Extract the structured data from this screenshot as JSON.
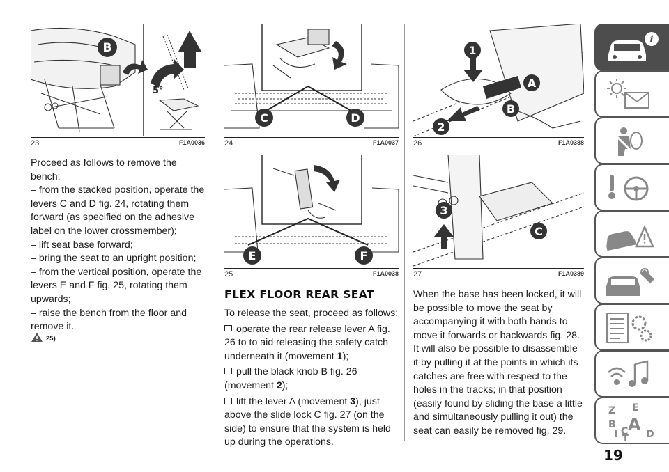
{
  "figures": [
    {
      "num": "23",
      "code": "F1A0036",
      "labels": [
        "B",
        "5°"
      ]
    },
    {
      "num": "24",
      "code": "F1A0037",
      "labels": [
        "C",
        "D"
      ]
    },
    {
      "num": "25",
      "code": "F1A0038",
      "labels": [
        "E",
        "F"
      ]
    },
    {
      "num": "26",
      "code": "F1A0388",
      "labels": [
        "1",
        "2",
        "A",
        "B"
      ]
    },
    {
      "num": "27",
      "code": "F1A0389",
      "labels": [
        "3",
        "C"
      ]
    }
  ],
  "left_text": [
    "Proceed as follows to remove the bench:",
    "– from the stacked position, operate the levers C and D fig. 24, rotating them forward (as specified on the adhesive label on the lower crossmember);",
    "– lift seat base forward;",
    "– bring the seat to an upright position;",
    "– from the vertical position, operate the levers E and F fig. 25, rotating them upwards;",
    "– raise the bench from the floor and remove it."
  ],
  "warning_ref": "25)",
  "section_title": "FLEX FLOOR REAR SEAT",
  "middle_intro": "To release the seat, proceed as follows:",
  "middle_bullets": [
    {
      "text": "operate the rear release lever A fig. 26 to to aid releasing the safety catch underneath it (movement ",
      "bold": "1",
      "after": ");"
    },
    {
      "text": "pull the black knob B fig. 26 (movement ",
      "bold": "2",
      "after": ");"
    },
    {
      "text": "lift the lever A (movement ",
      "bold": "3",
      "after": "), just above the slide lock C fig. 27 (on the side) to ensure that the system is held up during the operations."
    }
  ],
  "right_text": "When the base has been locked, it will be possible to move the seat by accompanying it with both hands to move it forwards or backwards fig. 28. It will also be possible to disassemble it by pulling it at the points in which its catches are free with respect to the holes in the tracks; in that position (easily found by sliding the base a little and simultaneously pulling it out) the seat can easily be removed fig. 29.",
  "side_tabs": [
    "car-info-icon",
    "dashboard-lights-icon",
    "safety-airbag-icon",
    "starting-driving-icon",
    "emergency-icon",
    "maintenance-icon",
    "technical-data-icon",
    "multimedia-icon",
    "index-icon"
  ],
  "index_letters": [
    "Z",
    "E",
    "B",
    "A",
    "I",
    "C",
    "T",
    "D"
  ],
  "page_number": "19",
  "colors": {
    "accent": "#4d4d4d",
    "text": "#1d1d1d"
  }
}
